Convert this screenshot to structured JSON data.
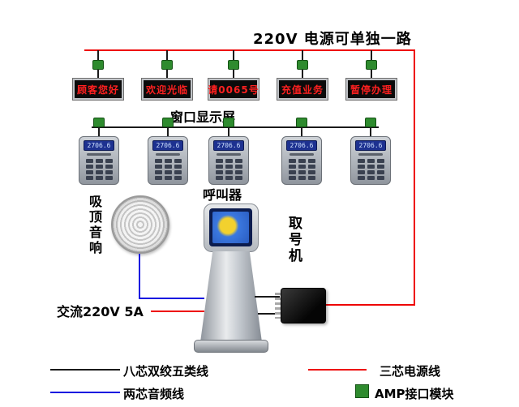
{
  "title": "220V  电源可单独一路",
  "labels": {
    "window_display": "窗口显示屏",
    "caller": "呼叫器",
    "speaker": "吸顶音响",
    "kiosk": "取号机",
    "ac_power": "交流220V 5A"
  },
  "displays": [
    {
      "text": "顾客您好"
    },
    {
      "text": "欢迎光临"
    },
    {
      "text": "请0065号"
    },
    {
      "text": "充值业务"
    },
    {
      "text": "暂停办理"
    }
  ],
  "callers": [
    {
      "screen": "2706.6"
    },
    {
      "screen": "2706.6"
    },
    {
      "screen": "2706.6"
    },
    {
      "screen": "2706.6"
    },
    {
      "screen": "2706.6"
    }
  ],
  "legend": [
    {
      "label": "八芯双绞五类线",
      "line_color": "#1a1a1a"
    },
    {
      "label": "三芯电源线",
      "line_color": "#ee0000"
    },
    {
      "label": "两芯音频线",
      "line_color": "#1414e0"
    },
    {
      "label": "AMP接口模块",
      "swatch_color": "#2e8b2e"
    }
  ],
  "colors": {
    "power_line": "#ee0000",
    "signal_line": "#1a1a1a",
    "audio_line": "#1414e0",
    "amp_module_green": "#2e8b2e",
    "display_text_red": "#ff2020"
  }
}
